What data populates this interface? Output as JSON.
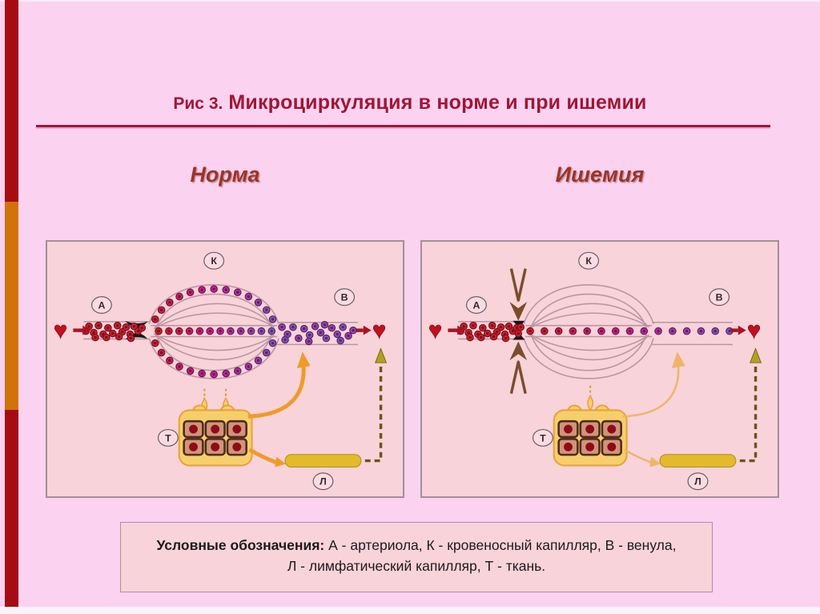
{
  "slide": {
    "title_prefix": "Рис 3.",
    "title_main": "Микроциркуляция в норме и при ишемии",
    "columns": {
      "left": "Норма",
      "right": "Ишемия"
    }
  },
  "legend": {
    "bold_prefix": "Условные обозначения:",
    "line1_rest": " А - артериола, К - кровеносный капилляр, В - венула,",
    "line2": "Л - лимфатический капилляр, Т - ткань."
  },
  "diagram": {
    "labels": {
      "arteriole": "А",
      "capillary": "К",
      "venule": "В",
      "tissue": "Т",
      "lymph": "Л"
    }
  },
  "icons": {
    "heart": "♥"
  },
  "colors": {
    "background": "#fcd2f1",
    "panel_bg": "#f8d3da",
    "panel_border": "#a38f97",
    "sidebar_red": "#a50d12",
    "sidebar_orange": "#d2720b",
    "title": "#9e1733",
    "column_label": "#9c3426",
    "vessel_wall": "#b897a0",
    "cell_red": "#d81f2f",
    "cell_magenta": "#d0209d",
    "cell_purple": "#8857c0",
    "heart": "#c2101e",
    "flow_arrow": "#a81325",
    "orange_arrow": "#ef9b2a",
    "pale_orange_arrow": "#f0b468",
    "olive_dash": "#6b5416",
    "olive_head": "#b3a01c",
    "lymph_bar": "#e3ba2c",
    "tissue_blob": "#f6cf6b",
    "tissue_blob_edge": "#e8a03a",
    "tissue_cell": "#d09478",
    "tissue_cell_border": "#4f2a1e",
    "nucleus": "#8f0a1a",
    "brown_arrow": "#7a4e2a",
    "sphincter": "#161616",
    "label_ring": "#6b5b63",
    "label_fill": "#f9dce3",
    "label_text": "#38262c"
  }
}
